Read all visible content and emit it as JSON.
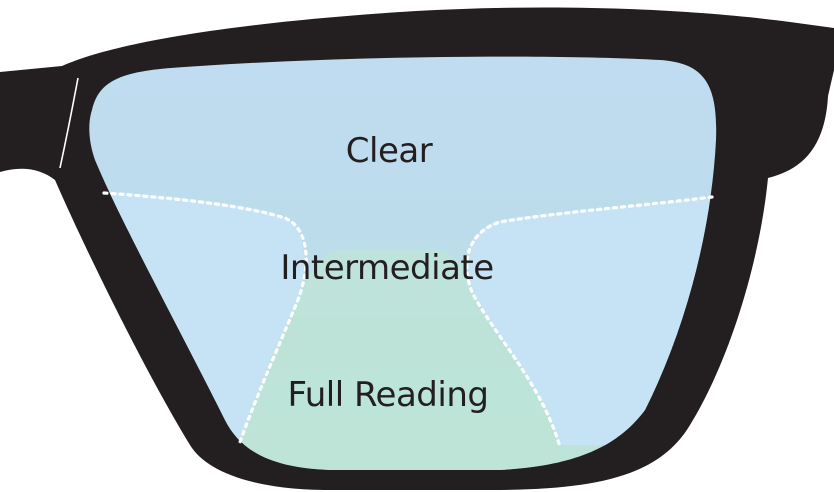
{
  "colors": {
    "frame": "#231f20",
    "lens_top": "#c2dcf2",
    "lens_mid": "#bcdcec",
    "lens_side": "#c5e3f4",
    "reading_zone": "#bde4d6",
    "zone_divider": "#ffffff",
    "label_text": "#231f20"
  },
  "labels": {
    "clear": "Clear",
    "intermediate": "Intermediate",
    "full_reading": "Full Reading"
  }
}
